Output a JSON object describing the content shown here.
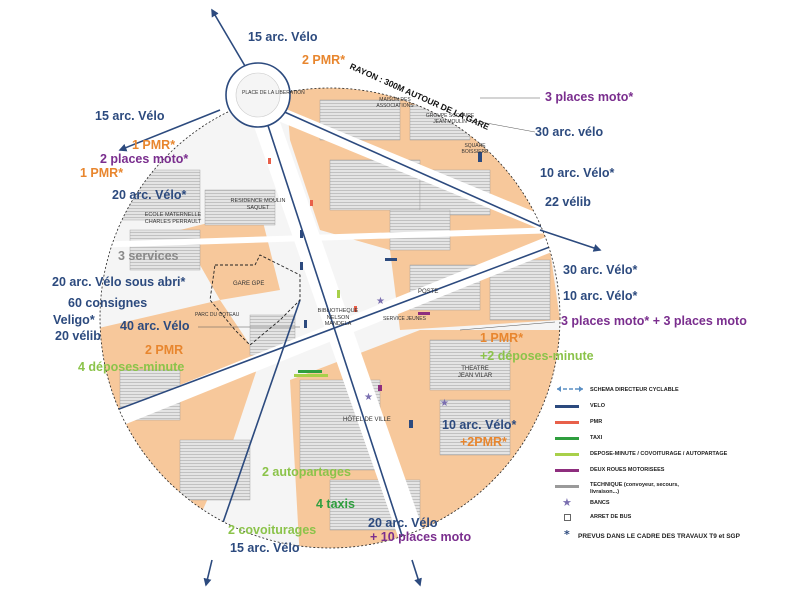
{
  "map": {
    "radius_label": "RAYON : 300M AUTOUR DE LA GARE",
    "places": {
      "place": "PLACE DE LA LIBERATION",
      "maison": "MAISON DES ASSOCIATIONS",
      "groupe": "GROUPE SCOLAIRE JEAN MOULIN",
      "square": "SQUARE BOISSIERE",
      "residence": "RESIDENCE MOULIN SAQUET",
      "ecole": "ECOLE MATERNELLE CHARLES PERRAULT",
      "gare": "GARE GPE",
      "bibliotheque": "BIBLIOTHEQUE NELSON MANDELA",
      "parc": "PARC DU COTEAU",
      "poste": "POSTE",
      "service": "SERVICE JEUNES",
      "theatre": "THEATRE JEAN VILAR",
      "hotel": "HÔTEL DE VILLE"
    },
    "labels": {
      "velo15_top": "15 arc. Vélo",
      "pmr2_top": "2 PMR*",
      "moto3_top": "3 places moto*",
      "velo15_left": "15 arc. Vélo",
      "velo30": "30 arc. vélo",
      "pmr1_a": "1 PMR*",
      "moto2": "2 places moto*",
      "pmr1_b": "1 PMR*",
      "velo10_right": "10 arc. Vélo*",
      "velo20": "20 arc. Vélo*",
      "velib22": "22 vélib",
      "services3": "3 services",
      "velo30_right": "30 arc. Vélo*",
      "velo20_abri": "20 arc. Vélo sous abri*",
      "velo10_right2": "10 arc. Vélo*",
      "consignes60": "60 consignes",
      "veligo": "Veligo*",
      "velo40": "40 arc. Vélo",
      "moto3_right": "3 places moto* + 3 places moto",
      "velib20": "20 vélib",
      "pmr1_right": "1 PMR*",
      "pmr2": "2 PMR",
      "deposes2": "+2 déposes-minute",
      "deposes4": "4 déposes-minute",
      "velo10_bottom": "10 arc. Vélo*",
      "pmr2_bottom": "+2PMR*",
      "autopartages2": "2 autopartages",
      "taxis4": "4 taxis",
      "covoiturages2": "2 covoiturages",
      "velo20_bottom": "20 arc. Vélo",
      "moto10": "+ 10 places moto",
      "velo15_bottom": "15 arc. Vélo"
    },
    "legend": [
      {
        "label": "SCHEMA DIRECTEUR CYCLABLE",
        "color": "#5a8fc4"
      },
      {
        "label": "VELO",
        "color": "#2c4a7e"
      },
      {
        "label": "PMR",
        "color": "#e8604a"
      },
      {
        "label": "TAXI",
        "color": "#2e9e3e"
      },
      {
        "label": "DEPOSE-MINUTE / COVOITURAGE / AUTOPARTAGE",
        "color": "#a8d04a"
      },
      {
        "label": "DEUX ROUES MOTORISEES",
        "color": "#8e2e7e"
      },
      {
        "label": "TECHNIQUE (convoyeur, secours, livraison...)",
        "color": "#9a9a9a"
      },
      {
        "label": "BANCS",
        "color": "#7a6fb0"
      },
      {
        "label": "ARRET DE BUS",
        "color": "#666666"
      },
      {
        "label": "PREVUS DANS LE CADRE DES TRAVAUX T9 et SGP",
        "color": "#2c4a7e"
      }
    ],
    "colors": {
      "parcel": "#f7c89b",
      "road": "#ffffff",
      "building": "#d8d8d8",
      "cycle_route": "#2c4a7e"
    }
  }
}
